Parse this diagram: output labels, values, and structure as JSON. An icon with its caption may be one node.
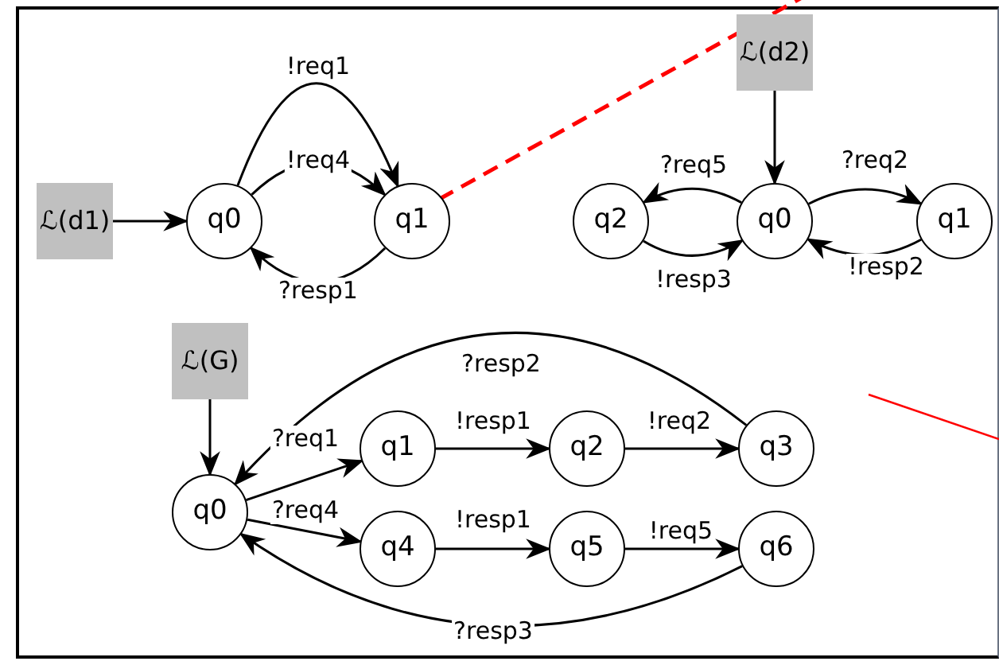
{
  "diagram": {
    "nodes": [
      {
        "text": [
          "ℒ(d1)"
        ]
      },
      {
        "text": [
          "q0"
        ]
      },
      {
        "text": [
          "q1"
        ]
      },
      {
        "text": [
          "ℒ(d2)"
        ]
      },
      {
        "text": [
          "q2"
        ]
      },
      {
        "text": [
          "q0"
        ]
      },
      {
        "text": [
          "q1"
        ]
      },
      {
        "text": [
          "ℒ(G)"
        ]
      },
      {
        "text": [
          "q0"
        ]
      },
      {
        "text": [
          "q1"
        ]
      },
      {
        "text": [
          "q2"
        ]
      },
      {
        "text": [
          "q3"
        ]
      },
      {
        "text": [
          "q4"
        ]
      },
      {
        "text": [
          "q5"
        ]
      },
      {
        "text": [
          "q6"
        ]
      }
    ],
    "edges": [
      {
        "from": 0,
        "to": 1,
        "arrow": "to"
      },
      {
        "from": 1,
        "to": 2,
        "arrow": "to",
        "label": "!req1"
      },
      {
        "from": 1,
        "to": 2,
        "arrow": "to",
        "label": "!req4"
      },
      {
        "from": 2,
        "to": 1,
        "arrow": "to",
        "label": "?resp1"
      },
      {
        "from": 3,
        "to": 5,
        "arrow": "to"
      },
      {
        "from": 5,
        "to": 4,
        "arrow": "to",
        "label": "?req5"
      },
      {
        "from": 4,
        "to": 5,
        "arrow": "to",
        "label": "!resp3"
      },
      {
        "from": 5,
        "to": 6,
        "arrow": "to",
        "label": "?req2"
      },
      {
        "from": 6,
        "to": 5,
        "arrow": "to",
        "label": "!resp2"
      },
      {
        "from": 7,
        "to": 8,
        "arrow": "to"
      },
      {
        "from": 8,
        "to": 9,
        "arrow": "to",
        "label": "?req1"
      },
      {
        "from": 9,
        "to": 10,
        "arrow": "to",
        "label": "!resp1"
      },
      {
        "from": 10,
        "to": 11,
        "arrow": "to",
        "label": "!req2"
      },
      {
        "from": 11,
        "to": 8,
        "arrow": "to",
        "label": "?resp2"
      },
      {
        "from": 8,
        "to": 12,
        "arrow": "to",
        "label": "?req4"
      },
      {
        "from": 12,
        "to": 13,
        "arrow": "to",
        "label": "!resp1"
      },
      {
        "from": 13,
        "to": 14,
        "arrow": "to",
        "label": "!req5"
      },
      {
        "from": 14,
        "to": 8,
        "arrow": "to",
        "label": "?resp3"
      }
    ]
  }
}
